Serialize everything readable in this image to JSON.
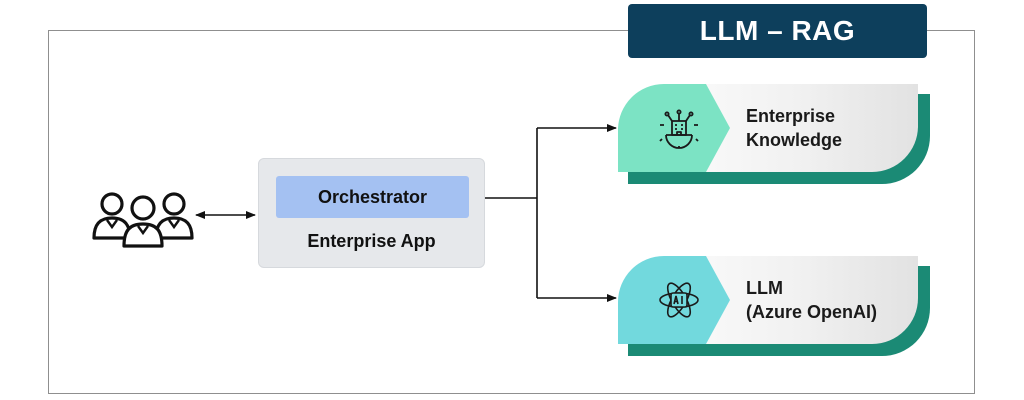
{
  "title": "LLM – RAG",
  "orchestrator": "Orchestrator",
  "enterprise_app": "Enterprise App",
  "nodes": [
    {
      "lines": [
        "Enterprise",
        "Knowledge"
      ],
      "icon": "building-gear-icon",
      "color": "#7ce3c4"
    },
    {
      "lines": [
        "LLM",
        "(Azure OpenAI)"
      ],
      "icon": "ai-atom-icon",
      "color": "#72d9dd"
    }
  ],
  "colors": {
    "title_bg": "#0d3f5c",
    "orchestrator_bg": "#a4c1f2",
    "app_bg": "#e6e8eb",
    "pill_shadow": "#1b8a75"
  }
}
